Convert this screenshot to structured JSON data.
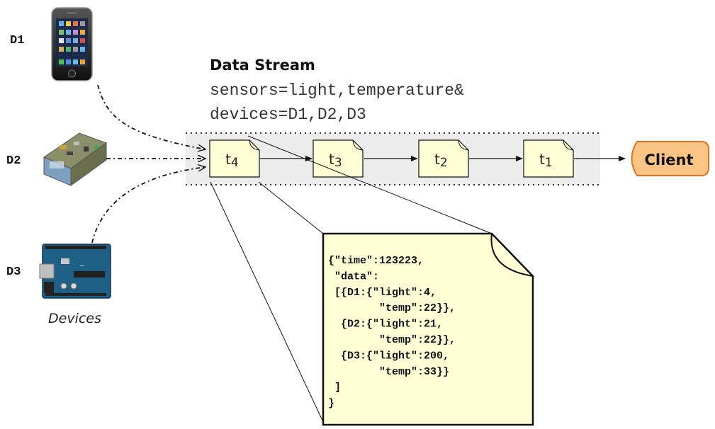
{
  "devices": {
    "d1": "D1",
    "d2": "D2",
    "d3": "D3",
    "caption": "Devices"
  },
  "stream": {
    "title": "Data Stream",
    "query_line1": "sensors=light,temperature&",
    "query_line2": "devices=D1,D2,D3"
  },
  "tuples": [
    {
      "base": "t",
      "sub": "4"
    },
    {
      "base": "t",
      "sub": "3"
    },
    {
      "base": "t",
      "sub": "2"
    },
    {
      "base": "t",
      "sub": "1"
    }
  ],
  "client": {
    "label": "Client"
  },
  "note": {
    "lines": [
      "{\"time\":123223,",
      " \"data\":",
      " [{D1:{\"light\":4,",
      "        \"temp\":22}},",
      "  {D2:{\"light\":21,",
      "        \"temp\":22}},",
      "  {D3:{\"light\":200,",
      "        \"temp\":33}}",
      " ]",
      "}"
    ]
  },
  "colors": {
    "note_fill": "#ffffd6",
    "tuple_fill": "#ffffd6",
    "band_fill": "#ececec",
    "client_fill": "#fbc484",
    "client_stroke": "#e0731b"
  }
}
